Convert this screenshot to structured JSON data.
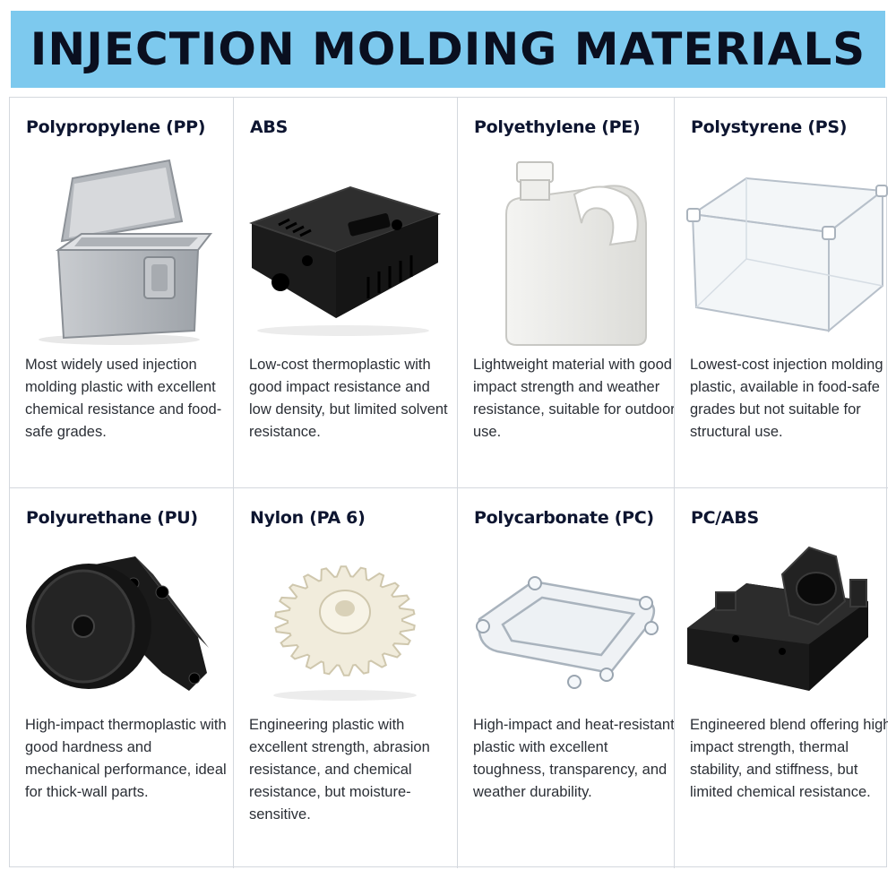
{
  "header": {
    "title": "INJECTION MOLDING MATERIALS"
  },
  "materials": [
    {
      "name": "Polypropylene (PP)",
      "icon": "storage-box-icon",
      "description": "Most widely used injection molding plastic with excellent chemical resistance and food-safe grades."
    },
    {
      "name": "ABS",
      "icon": "electronics-enclosure-icon",
      "description": "Low-cost thermoplastic with good impact resistance and low density, but limited solvent resistance."
    },
    {
      "name": "Polyethylene (PE)",
      "icon": "jerry-can-icon",
      "description": "Lightweight material with good impact strength and weather resistance, suitable for outdoor use."
    },
    {
      "name": "Polystyrene (PS)",
      "icon": "clear-container-icon",
      "description": "Lowest-cost injection molding plastic, available in food-safe grades but not suitable for structural use."
    },
    {
      "name": "Polyurethane (PU)",
      "icon": "caster-wheel-bracket-icon",
      "description": "High-impact thermoplastic with good hardness and mechanical performance, ideal for thick-wall parts."
    },
    {
      "name": "Nylon (PA 6)",
      "icon": "gear-icon",
      "description": "Engineering plastic with excellent strength, abrasion resistance, and chemical resistance, but moisture-sensitive."
    },
    {
      "name": "Polycarbonate (PC)",
      "icon": "transparent-cover-icon",
      "description": "High-impact and heat-resistant plastic with excellent toughness, transparency, and weather durability."
    },
    {
      "name": "PC/ABS",
      "icon": "structural-housing-icon",
      "description": "Engineered blend offering high impact strength, thermal stability, and stiffness, but limited chemical resistance."
    }
  ],
  "colors": {
    "banner": "#7dc9ee",
    "title": "#0d1530",
    "border": "#d4d8de"
  }
}
